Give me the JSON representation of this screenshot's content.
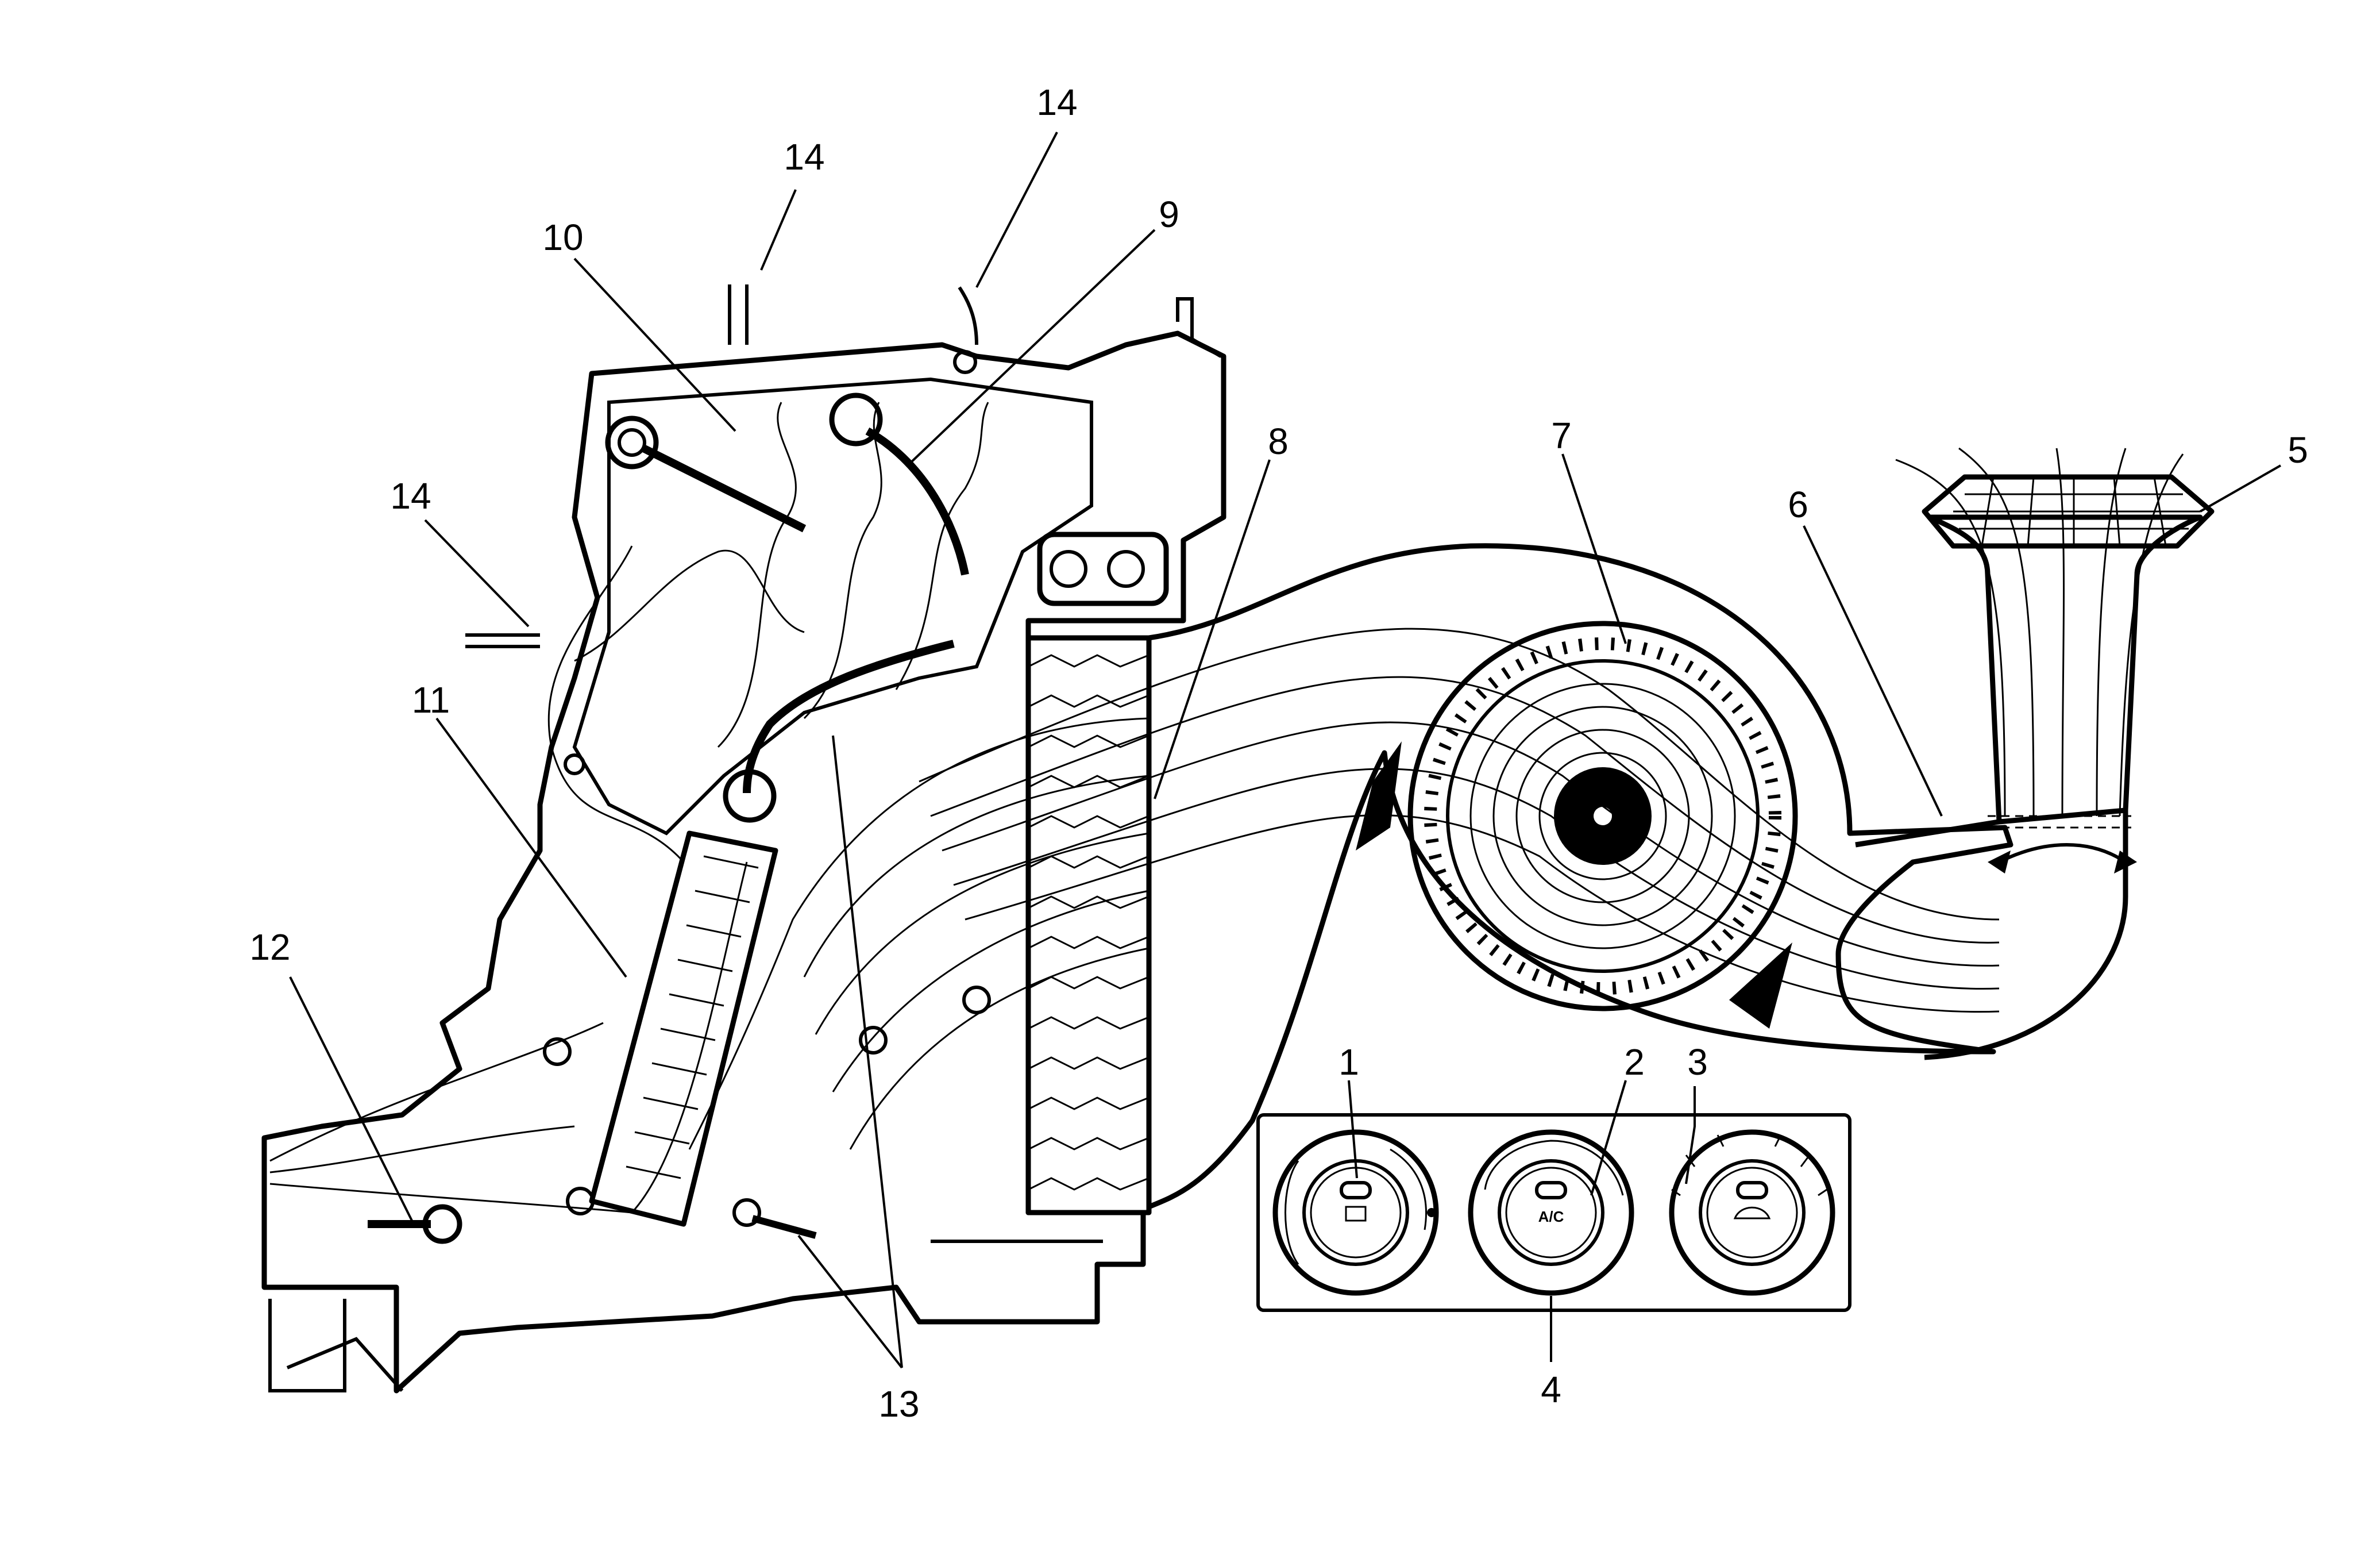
{
  "callouts": [
    {
      "id": "c1",
      "text": "1"
    },
    {
      "id": "c2",
      "text": "2"
    },
    {
      "id": "c3",
      "text": "3"
    },
    {
      "id": "c4",
      "text": "4"
    },
    {
      "id": "c5",
      "text": "5"
    },
    {
      "id": "c6",
      "text": "6"
    },
    {
      "id": "c7",
      "text": "7"
    },
    {
      "id": "c8",
      "text": "8"
    },
    {
      "id": "c9",
      "text": "9"
    },
    {
      "id": "c10",
      "text": "10"
    },
    {
      "id": "c11",
      "text": "11"
    },
    {
      "id": "c12",
      "text": "12"
    },
    {
      "id": "c13",
      "text": "13"
    },
    {
      "id": "c14a",
      "text": "14"
    },
    {
      "id": "c14b",
      "text": "14"
    },
    {
      "id": "c14c",
      "text": "14"
    }
  ],
  "control_panel": {
    "ac_label": "A/C"
  }
}
